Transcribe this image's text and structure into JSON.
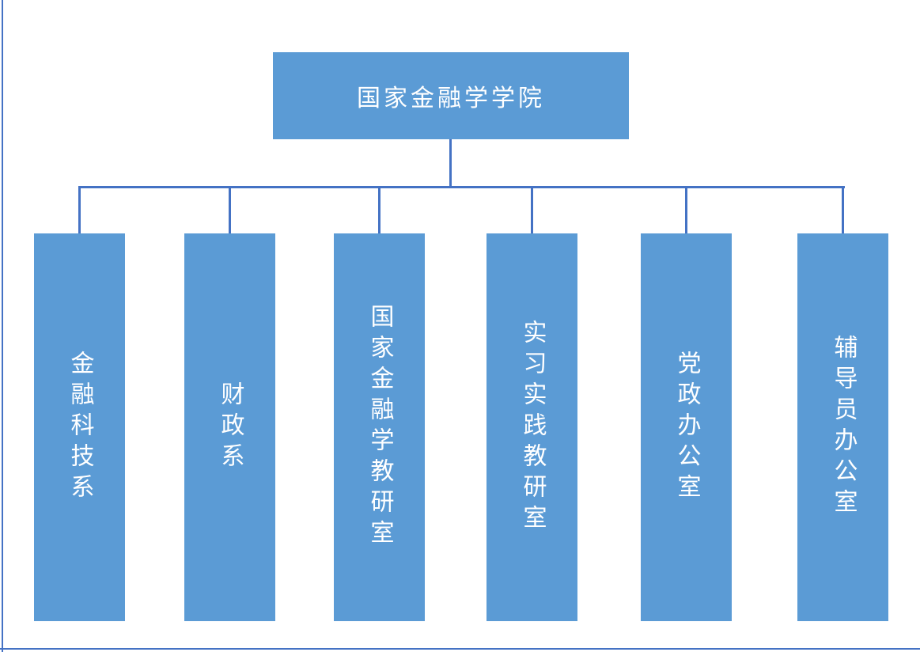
{
  "chart": {
    "type": "org-chart",
    "root": {
      "label": "国家金融学学院"
    },
    "children": [
      {
        "label": "金融科技系"
      },
      {
        "label": "财政系"
      },
      {
        "label": "国家金融学教研室"
      },
      {
        "label": "实习实践教研室"
      },
      {
        "label": "党政办公室"
      },
      {
        "label": "辅导员办公室"
      }
    ],
    "colors": {
      "box_fill": "#5b9bd5",
      "connector": "#4472c4",
      "text": "#ffffff",
      "page_border": "#4472c4"
    }
  }
}
